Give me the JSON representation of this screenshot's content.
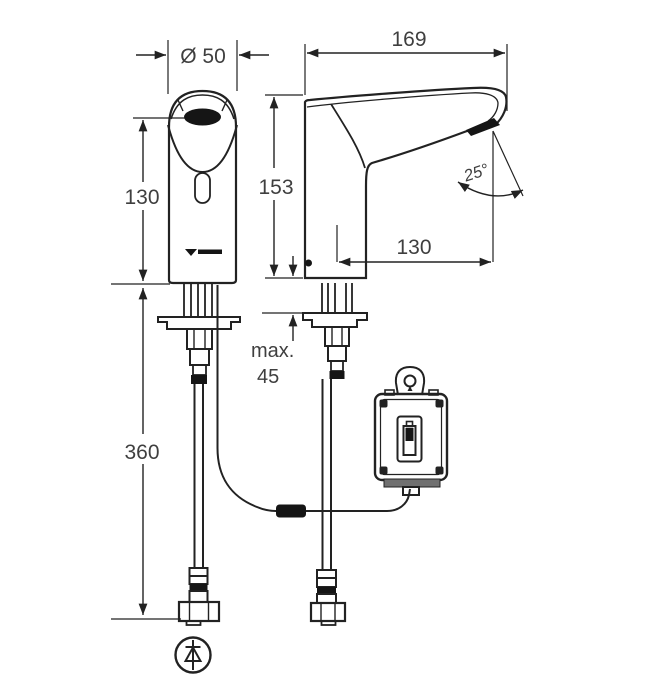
{
  "dimensions": {
    "front_view": {
      "diameter": "Ø 50",
      "spout_height": "130",
      "inlet_hose_length": "360"
    },
    "side_view": {
      "total_length": "169",
      "body_height": "153",
      "spout_reach": "130",
      "spray_angle": "25°",
      "deck_thickness_max_label": "max.",
      "deck_thickness_max_value": "45"
    }
  },
  "icons": {
    "battery_box": "battery-icon",
    "check_valve": "check-valve-icon",
    "hanger": "hanger-eyelet-icon",
    "brand_mark": "brand-logo-mark"
  },
  "colors": {
    "line": "#222222",
    "fill_dark": "#151515",
    "text": "#3f3f3f",
    "background": "#ffffff"
  }
}
